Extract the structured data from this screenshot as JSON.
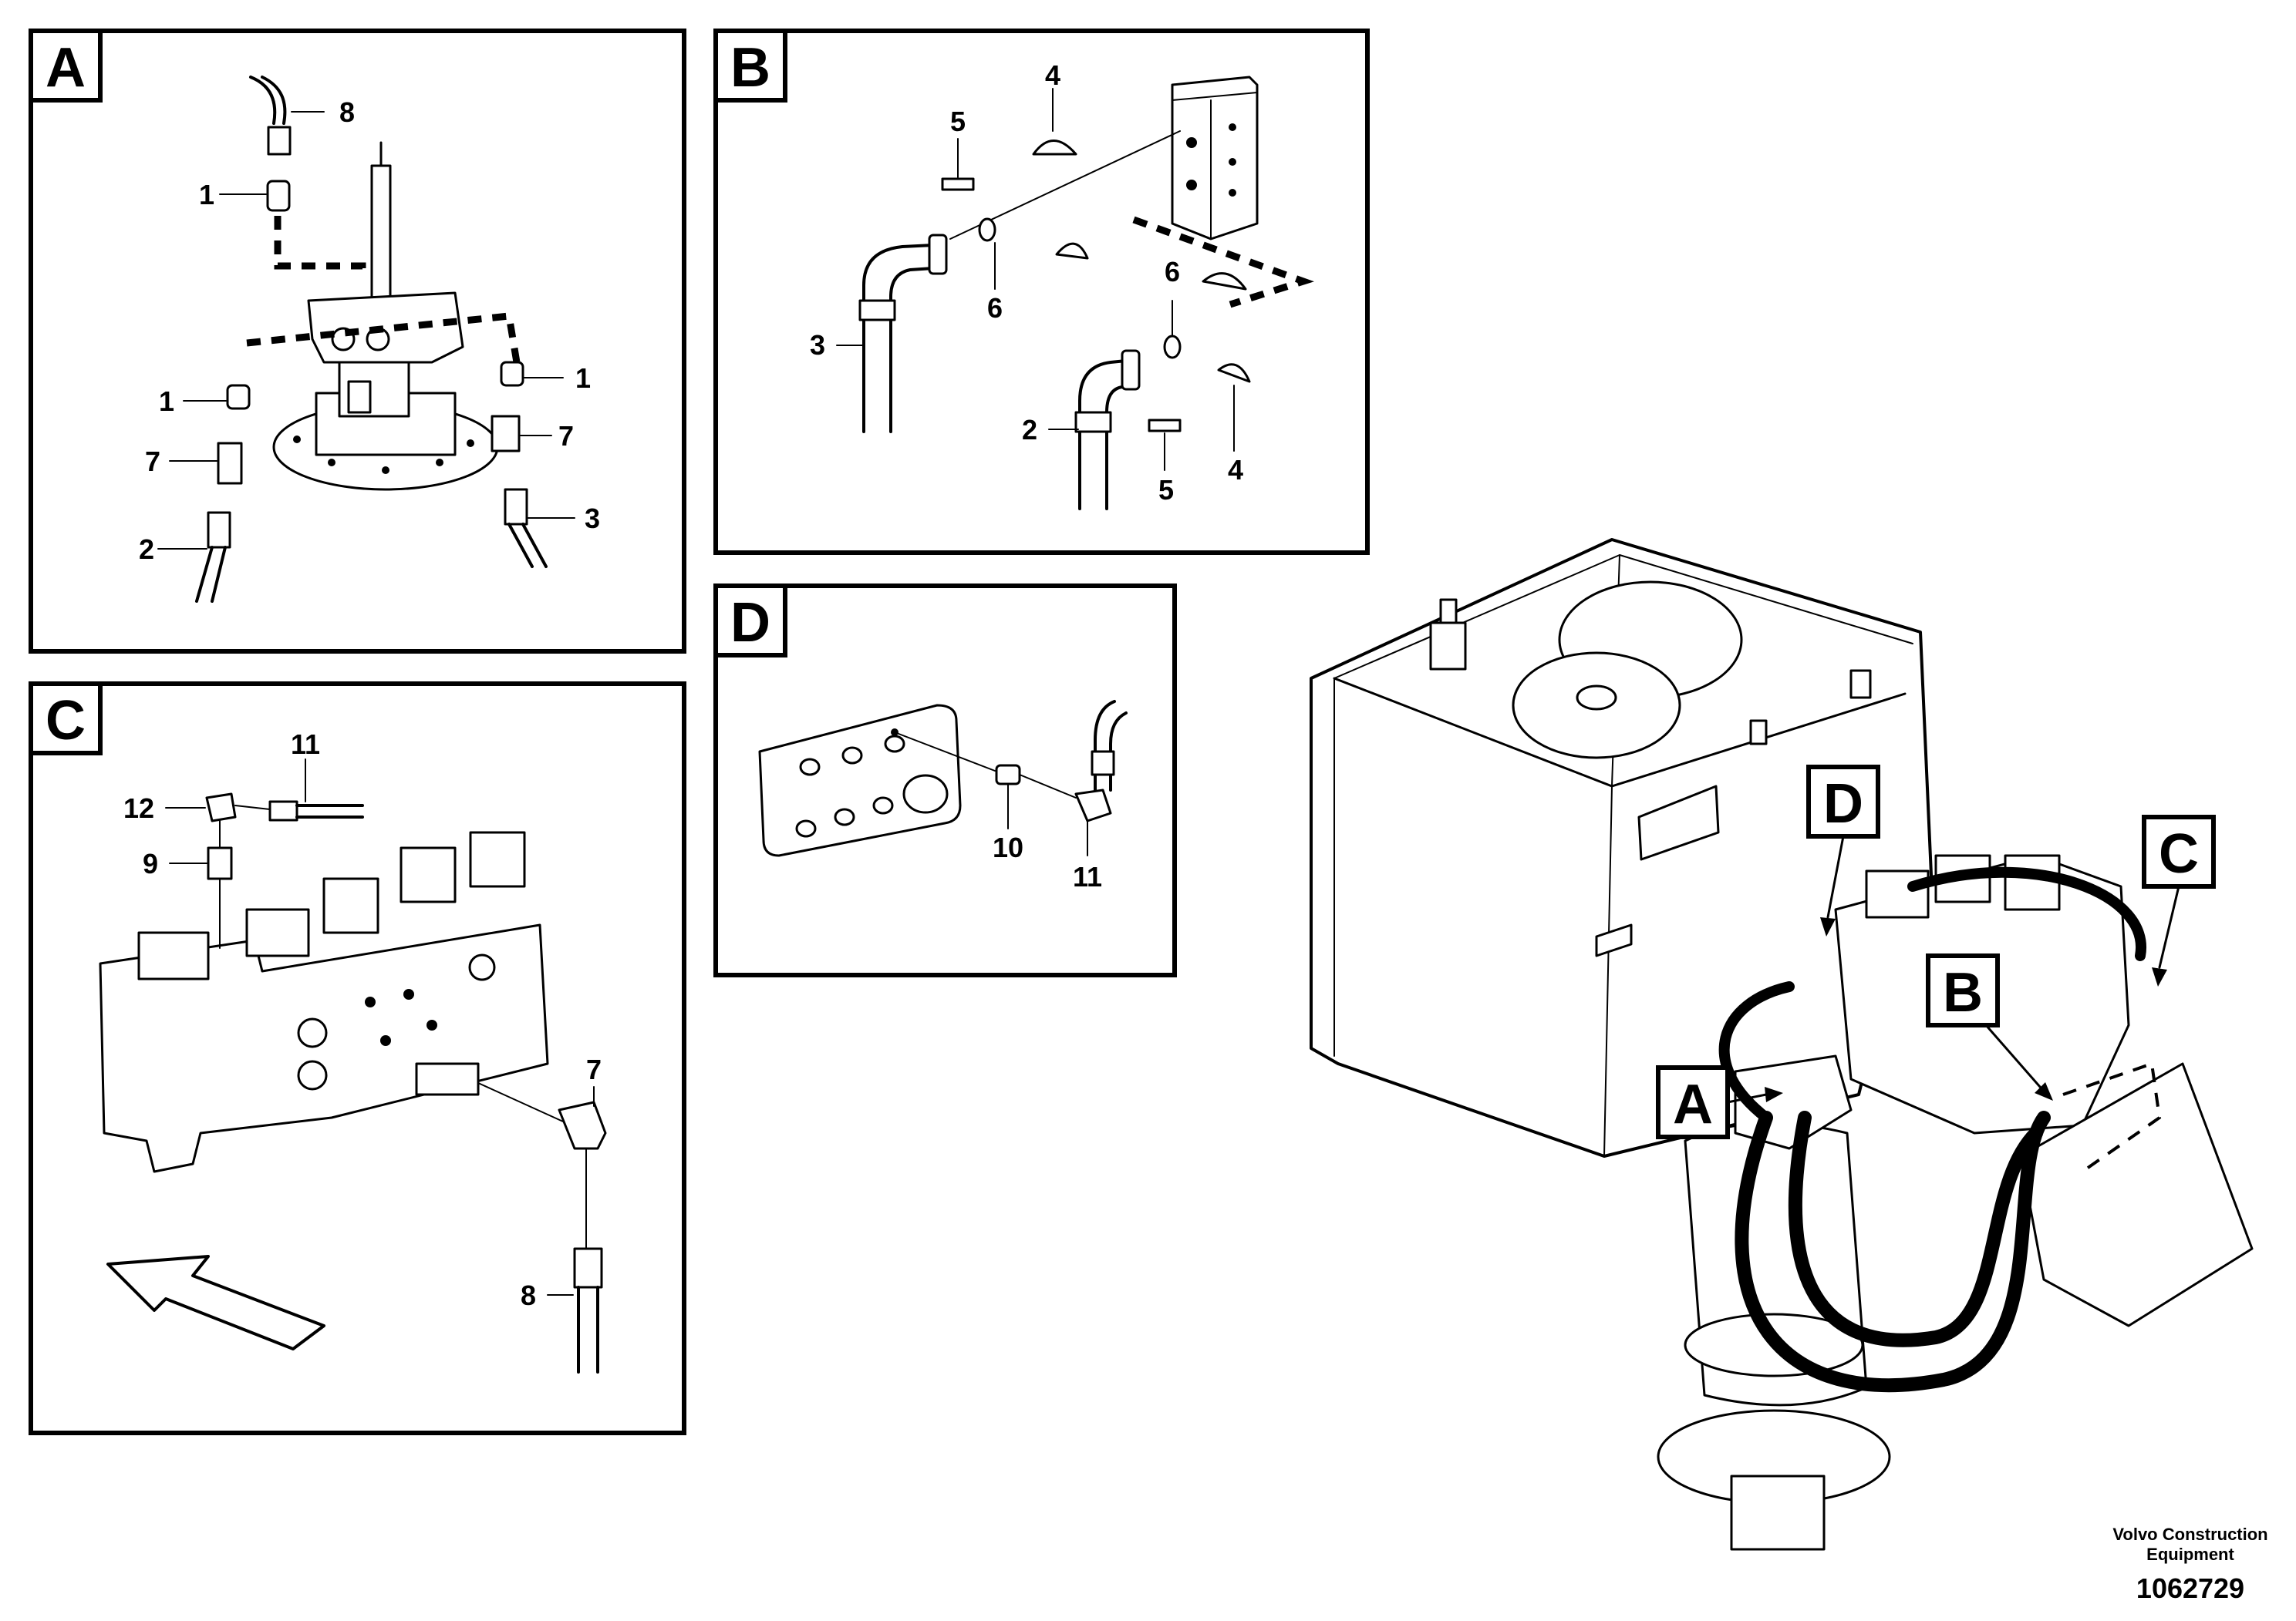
{
  "panels": {
    "A": {
      "letter": "A",
      "labels": [
        "8",
        "1",
        "1",
        "1",
        "7",
        "7",
        "2",
        "3"
      ]
    },
    "B": {
      "letter": "B",
      "labels": [
        "4",
        "5",
        "6",
        "6",
        "3",
        "2",
        "5",
        "4"
      ]
    },
    "C": {
      "letter": "C",
      "labels": [
        "11",
        "12",
        "9",
        "7",
        "8"
      ]
    },
    "D": {
      "letter": "D",
      "labels": [
        "10",
        "11"
      ]
    }
  },
  "overview_callouts": [
    "D",
    "C",
    "B",
    "A"
  ],
  "footer": {
    "company_line1": "Volvo Construction",
    "company_line2": "Equipment",
    "drawing_number": "1062729"
  }
}
